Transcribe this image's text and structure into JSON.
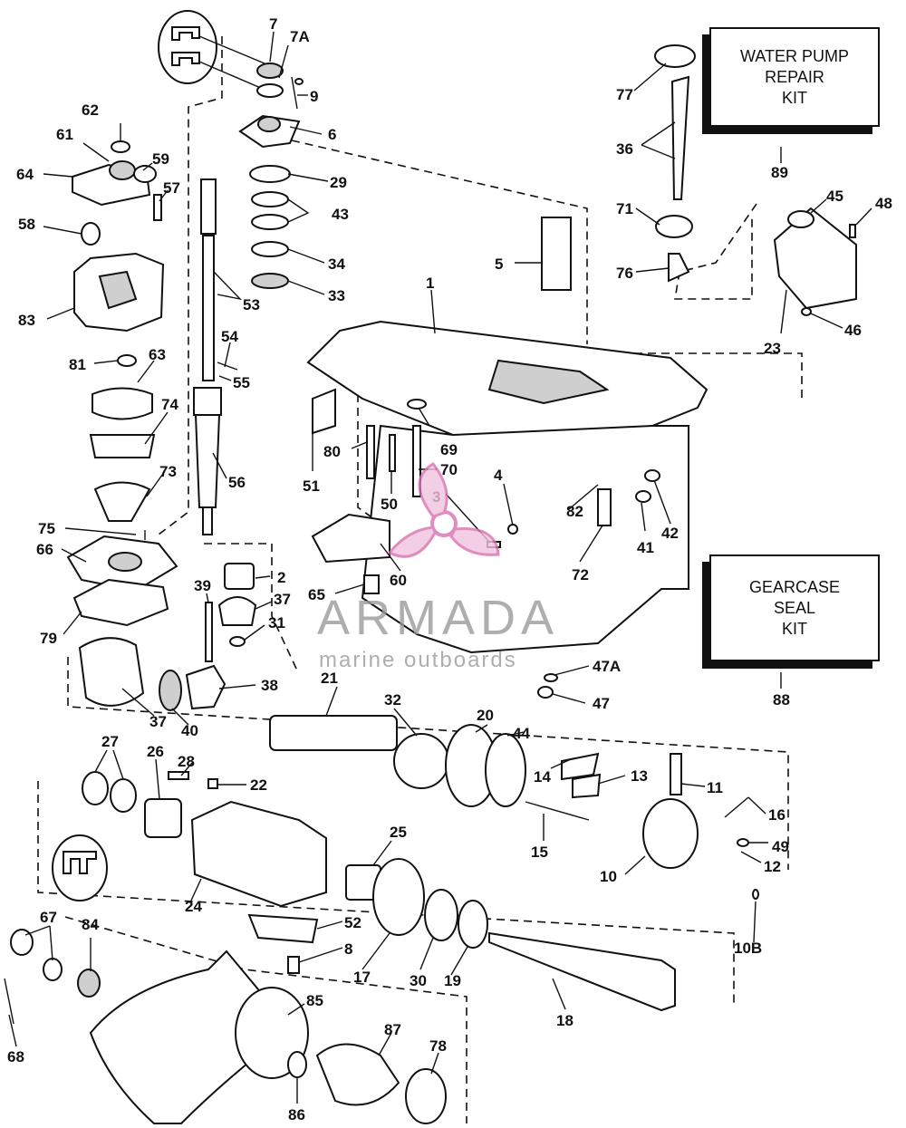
{
  "kits": {
    "water_pump": {
      "lines": [
        "WATER PUMP",
        "REPAIR",
        "KIT"
      ],
      "number": "89"
    },
    "gearcase_seal": {
      "lines": [
        "GEARCASE",
        "SEAL",
        "KIT"
      ],
      "number": "88"
    }
  },
  "watermark": {
    "brand": "ARMADA",
    "tagline": "marine outboards",
    "logo_color": "#d970b0"
  },
  "part_labels": [
    "7",
    "7A",
    "9",
    "6",
    "29",
    "43",
    "34",
    "33",
    "62",
    "61",
    "59",
    "64",
    "57",
    "58",
    "83",
    "53",
    "54",
    "55",
    "81",
    "63",
    "74",
    "56",
    "73",
    "75",
    "66",
    "79",
    "39",
    "2",
    "37",
    "31",
    "38",
    "40",
    "37",
    "77",
    "36",
    "71",
    "76",
    "45",
    "48",
    "23",
    "46",
    "5",
    "1",
    "51",
    "80",
    "69",
    "70",
    "50",
    "3",
    "4",
    "82",
    "42",
    "41",
    "60",
    "65",
    "72",
    "47A",
    "47",
    "21",
    "32",
    "20",
    "44",
    "14",
    "13",
    "11",
    "16",
    "49",
    "12",
    "10",
    "10B",
    "15",
    "27",
    "26",
    "28",
    "22",
    "25",
    "24",
    "52",
    "8",
    "17",
    "30",
    "19",
    "18",
    "67",
    "84",
    "68",
    "85",
    "86",
    "87",
    "78"
  ]
}
